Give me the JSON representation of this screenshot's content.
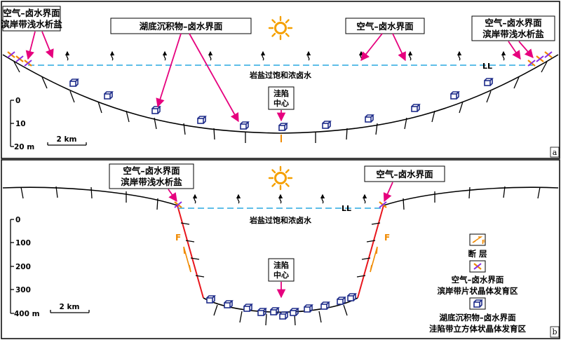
{
  "panel_a": {
    "label": "a",
    "callout_left": [
      "空气–卤水界面",
      "滨岸带浅水析盐"
    ],
    "callout_mid": "湖底沉积物–卤水界面",
    "callout_right": "空气–卤水界面",
    "callout_far_right": [
      "空气–卤水界面",
      "滨岸带浅水析盐"
    ],
    "water_label": "岩盐过饱和浓卤水",
    "ll_label": "LL",
    "center_label": [
      "洼陷",
      "中心"
    ],
    "depth_ticks": [
      "0",
      "10",
      "20 m"
    ],
    "scale_label": "2 km"
  },
  "panel_b": {
    "label": "b",
    "callout_left": [
      "空气–卤水界面",
      "滨岸带浅水析盐"
    ],
    "callout_right": "空气–卤水界面",
    "water_label": "岩盐过饱和浓卤水",
    "ll_label": "LL",
    "center_label": [
      "洼陷",
      "中心"
    ],
    "depth_ticks": [
      "0",
      "100",
      "200",
      "300",
      "400 m"
    ],
    "scale_label": "2 km",
    "fault_label": "F"
  },
  "legend": {
    "fault": "断  层",
    "fault_inset_label": "F",
    "crust": [
      "空气–卤水界面",
      "滨岸带片状晶体发育区"
    ],
    "cube": [
      "湖底沉积物–卤水界面",
      "洼陷带立方体状晶体发育区"
    ]
  },
  "colors": {
    "water_line": "#29a8e0",
    "arrow": "#e6007e",
    "fault": "#e8161d",
    "sun": "#f5a000",
    "crystal": "#1f2d8a"
  }
}
